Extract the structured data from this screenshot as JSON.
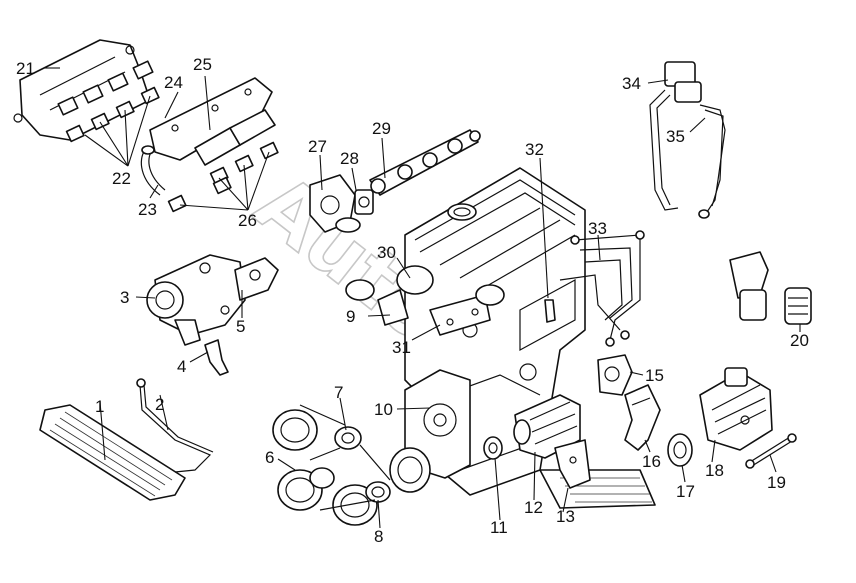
{
  "watermark": {
    "text": "AutoOC"
  },
  "callouts": [
    {
      "id": "1",
      "label": "1"
    },
    {
      "id": "2",
      "label": "2"
    },
    {
      "id": "3",
      "label": "3"
    },
    {
      "id": "4",
      "label": "4"
    },
    {
      "id": "5",
      "label": "5"
    },
    {
      "id": "6",
      "label": "6"
    },
    {
      "id": "7",
      "label": "7"
    },
    {
      "id": "8",
      "label": "8"
    },
    {
      "id": "9",
      "label": "9"
    },
    {
      "id": "10",
      "label": "10"
    },
    {
      "id": "11",
      "label": "11"
    },
    {
      "id": "12",
      "label": "12"
    },
    {
      "id": "13",
      "label": "13"
    },
    {
      "id": "15",
      "label": "15"
    },
    {
      "id": "16",
      "label": "16"
    },
    {
      "id": "17",
      "label": "17"
    },
    {
      "id": "18",
      "label": "18"
    },
    {
      "id": "19",
      "label": "19"
    },
    {
      "id": "20",
      "label": "20"
    },
    {
      "id": "21",
      "label": "21"
    },
    {
      "id": "22",
      "label": "22"
    },
    {
      "id": "23",
      "label": "23"
    },
    {
      "id": "24",
      "label": "24"
    },
    {
      "id": "25",
      "label": "25"
    },
    {
      "id": "26",
      "label": "26"
    },
    {
      "id": "27",
      "label": "27"
    },
    {
      "id": "28",
      "label": "28"
    },
    {
      "id": "29",
      "label": "29"
    },
    {
      "id": "30",
      "label": "30"
    },
    {
      "id": "31",
      "label": "31"
    },
    {
      "id": "32",
      "label": "32"
    },
    {
      "id": "33",
      "label": "33"
    },
    {
      "id": "34",
      "label": "34"
    },
    {
      "id": "35",
      "label": "35"
    }
  ]
}
